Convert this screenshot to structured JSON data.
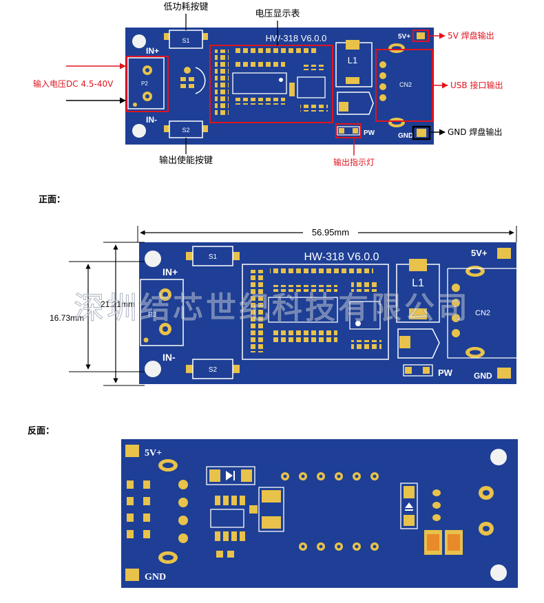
{
  "callouts": {
    "low_power_button": "低功耗按键",
    "voltage_display": "电压显示表",
    "input_voltage": "输入电压DC 4.5-40V",
    "output_enable_button": "输出使能按键",
    "output_indicator": "输出指示灯",
    "pad_5v": "5V 焊盘输出",
    "usb_output": "USB 接口输出",
    "gnd_pad": "GND 焊盘输出"
  },
  "board": {
    "model": "HW-318 V6.0.0",
    "label_in_plus": "IN+",
    "label_in_minus": "IN-",
    "label_s1": "S1",
    "label_s2": "S2",
    "label_p2": "P2",
    "label_l1": "L1",
    "label_cn2": "CN2",
    "label_5v": "5V+",
    "label_gnd": "GND",
    "label_pw": "PW"
  },
  "sections": {
    "front": "正面：",
    "back": "反面："
  },
  "dimensions": {
    "width": "56.95mm",
    "outer_height": "21.21mm",
    "inner_height": "16.73mm"
  },
  "watermark": "深圳结芯世纪科技有限公司",
  "colors": {
    "pcb": "#1e3f95",
    "pad": "#e8c24a",
    "silk": "#ffffff",
    "callout": "#e0141e"
  }
}
